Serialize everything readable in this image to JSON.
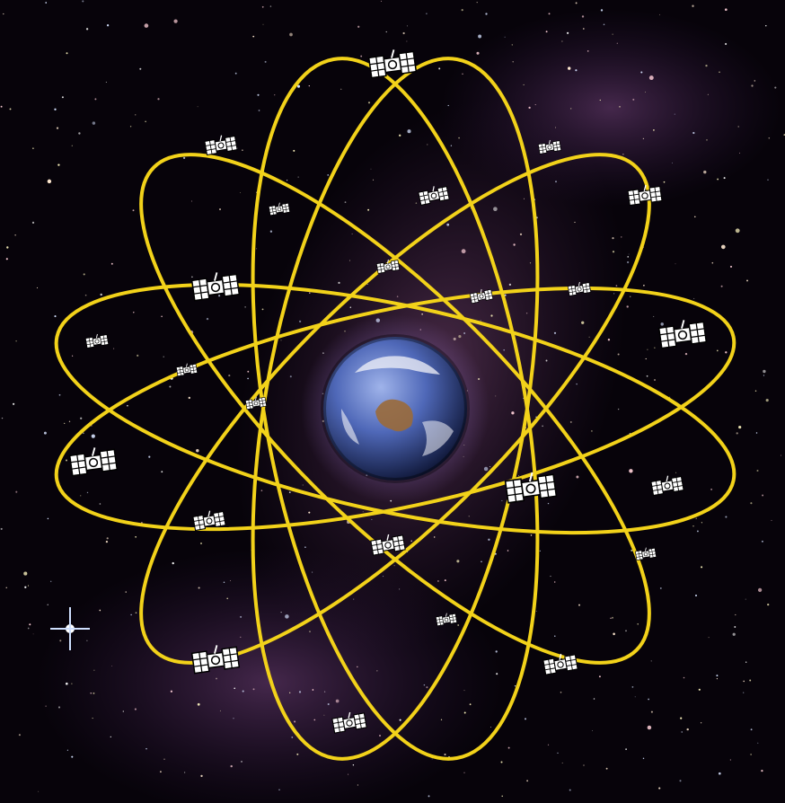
{
  "scene": {
    "subject": "satellite-constellation",
    "background": "starfield-with-milky-way",
    "colors": {
      "space": "#07030a",
      "nebula": "#4a2f5e",
      "orbit": "#f2d21a",
      "satellite": "#ffffff",
      "ocean": "#4f68b8",
      "land": "#9a6a3a",
      "cloud": "#f3f3f8"
    },
    "orbit_count": 6,
    "satellite_count": 24,
    "icons": {
      "satellite": "satellite-icon",
      "earth": "earth-globe",
      "bright_star": "bright-star-icon"
    }
  }
}
